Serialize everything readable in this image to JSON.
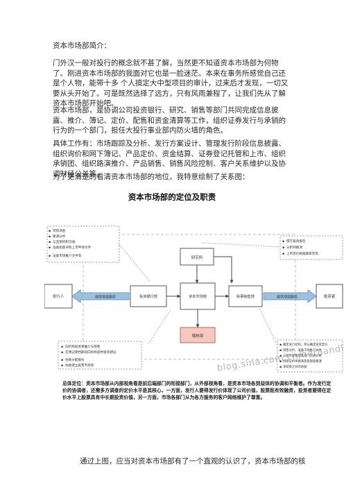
{
  "heading": "资本市场部简介：",
  "paragraphs": [
    "门外汉一般对投行的概念就不甚了解，当然更不知道资本市场部为何物了。刚进资本市场部的我面对它也是一脸迷茫。本来在事务所感觉自己还是个人物，能带十多 个人搞定大中型项目的审计，过来后才发现，一切又要从头开始了。可是既然选择了远方，只有风雨兼程了，让我们先从了解资本市场部开始吧。",
    "资本市场部，是协调公司投资银行、研究、销售等部门共同完成信息披露、推介、簿记、定价、配售和资金清算等工作，组织证券发行与承销的行为的一个部门，担任大投行事业部内防火墙的角色。",
    "具体工作有：市场跟踪及分析、发行方案设计、管理发行阶段信息披露、组织询价和网下簿记、产品定价、资金结算、证券登记托管和上市、组织承销团、组织路演推介、产品销售、销售风险控制、客户关系维护以及协调财经公关等。",
    "为了更清楚的看清资本市场部的地位，我特意绘制了关系图："
  ],
  "diagram": {
    "title": "资本市场部的定位及职责",
    "boxes": {
      "issuer": "发行人",
      "investment_banking": "投资银行部",
      "capital_markets": "资本市场部",
      "research": "研究所",
      "sales": "股票销售部",
      "investor": "投资者",
      "compliance": "稽核部"
    },
    "arrows": {
      "left": "提供增值服务",
      "right": "提供增值服务"
    },
    "notes_top_left": [
      "项目调查",
      "路演分析",
      "与监管机构沟通",
      "准备招股书和上市申请文件",
      "准备市场推介文件等"
    ],
    "notes_top_right": [
      "撰写投资报告",
      "分析师路演",
      "上市后价格跟踪研究等"
    ],
    "notes_bottom_left": [
      "向机构投资者推介与销售",
      "在簿记建档期间向机构提供投资建议",
      "协助分配股份",
      "协助建立股票市场等"
    ],
    "notes_bottom_right": [
      "确定发行结构，参与确定投资定价",
      "销售分析，准备市场推介文件",
      "与研究部和销售部门沟通价格",
      "协调分析师路演及管理层路演",
      "承销商之间的协调"
    ]
  },
  "summary": "总体定位：资本市场部从内部视角看是前后端部门的衔接部门，从外部视角看，是资本市场各到益体的协调和平衡者。作为发行定价的协调者，还需多方调查的定价水平是其核心，一方面，发行人要得发行价体现了公司价值，股票既有效融资，投资者要得在定价水平上股票具有中长期投资价值，另一方面，市场各部门从为各方服务的客户网络维护了尊重。",
  "watermark": "blog.sina.com.cn/heraandlode",
  "footer": "通过上图，应当对资本市场部有了一个直观的认识了，资本市场部的核"
}
